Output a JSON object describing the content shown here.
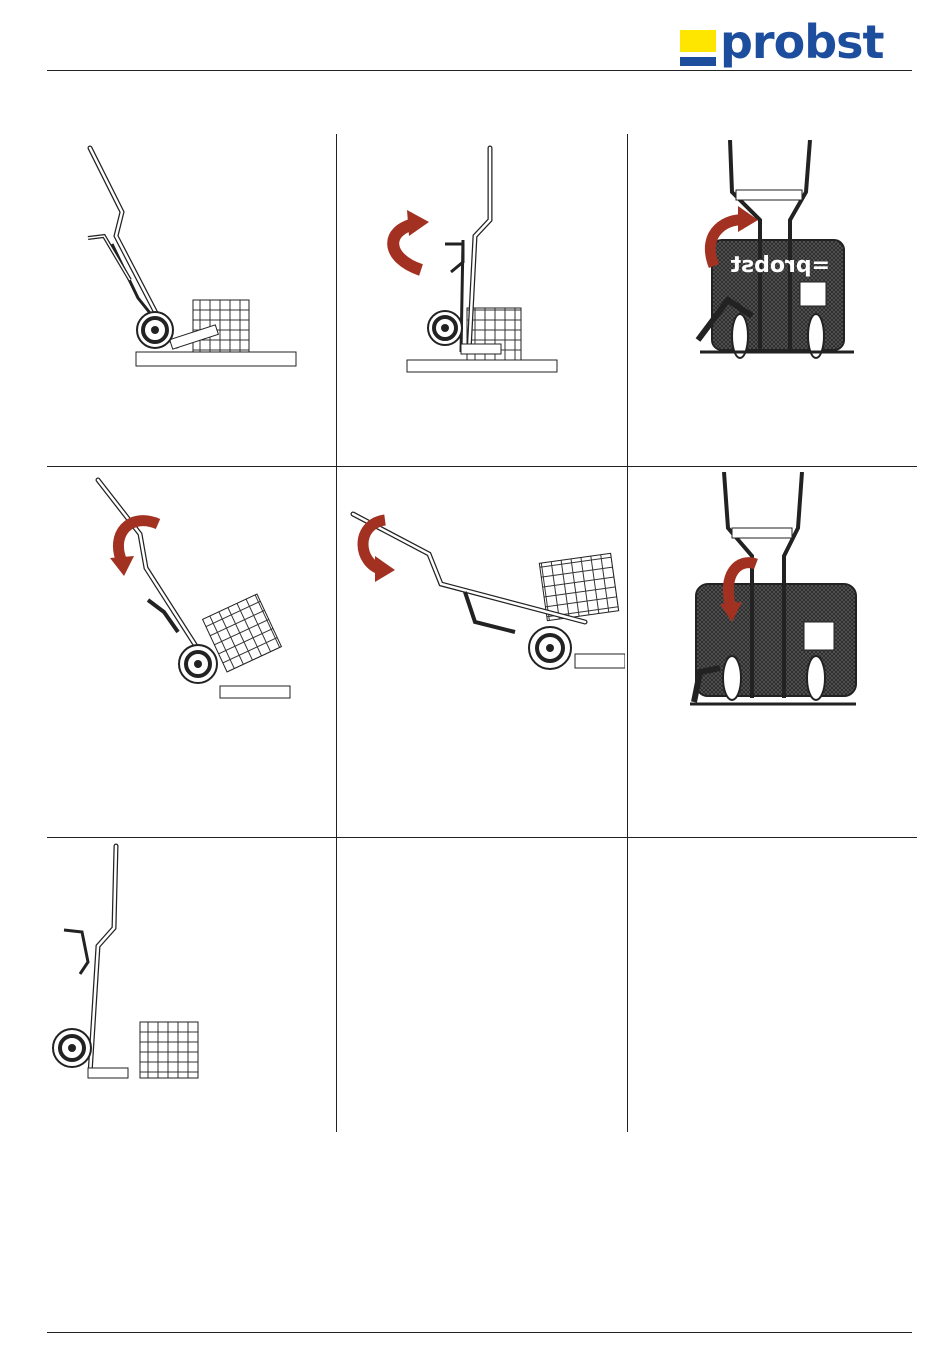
{
  "header": {
    "brand": "probst",
    "colors": {
      "brand_blue": "#1D4E9E",
      "brand_yellow": "#FFE600",
      "arrow_red": "#A23122"
    }
  },
  "grid": {
    "rows": 3,
    "columns": 3,
    "cells": [
      {
        "illustration": "hand-truck-tilted-at-pallet",
        "arrow": "none"
      },
      {
        "illustration": "hand-truck-upright-pallet-with-rotate-arrow",
        "arrow": "rotate-arrow"
      },
      {
        "illustration": "front-view-truck-lever-rotate",
        "arrow": "rotate-arrow"
      },
      {
        "illustration": "hand-truck-tilting-back-with-load",
        "arrow": "rotate-arrow"
      },
      {
        "illustration": "hand-truck-horizontal-with-load",
        "arrow": "rotate-arrow"
      },
      {
        "illustration": "front-view-truck-lever-down",
        "arrow": "rotate-arrow"
      },
      {
        "illustration": "hand-truck-upright-load-released",
        "arrow": "none"
      },
      {
        "illustration": "empty",
        "arrow": "none"
      },
      {
        "illustration": "empty",
        "arrow": "none"
      }
    ]
  }
}
